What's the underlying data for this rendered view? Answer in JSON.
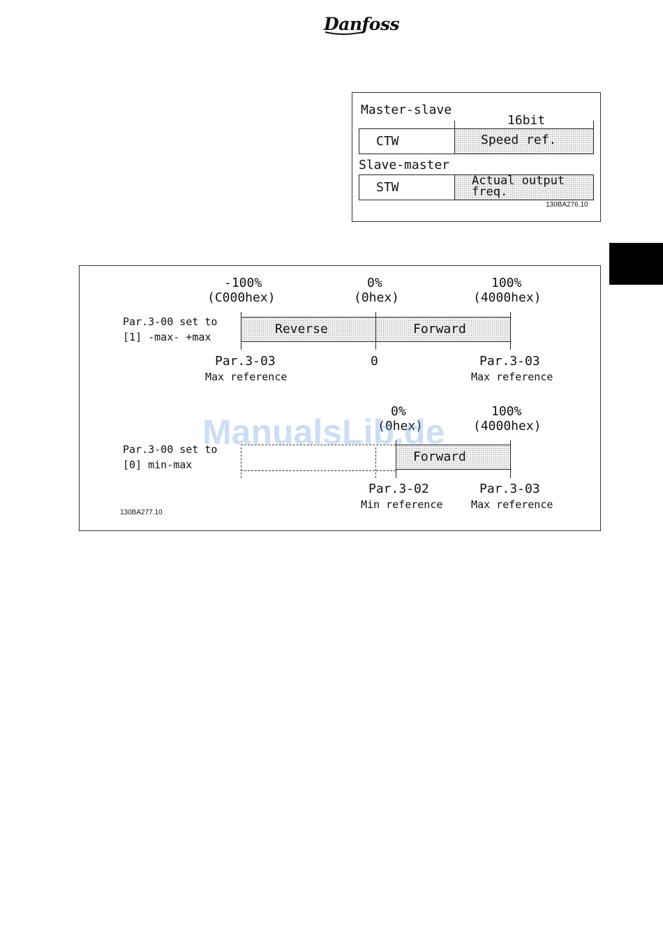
{
  "brand": {
    "logo_text": "Danfoss"
  },
  "figure1": {
    "master_slave_label": "Master-slave",
    "bits_label": "16bit",
    "ctw_label": "CTW",
    "speed_ref_label": "Speed ref.",
    "slave_master_label": "Slave-master",
    "stw_label": "STW",
    "actual_output_line1": "Actual output",
    "actual_output_line2": "freq.",
    "figure_code": "130BA276.10"
  },
  "figure2": {
    "top": {
      "neg100_pct": "-100%",
      "neg100_hex": "(C000hex)",
      "zero_pct": "0%",
      "zero_hex": "(0hex)",
      "pos100_pct": "100%",
      "pos100_hex": "(4000hex)",
      "par_label_line1": "Par.3-00 set to",
      "par_label_line2": "[1] -max- +max",
      "reverse_label": "Reverse",
      "forward_label": "Forward",
      "left_par": "Par.3-03",
      "left_par_desc": "Max reference",
      "center_value": "0",
      "right_par": "Par.3-03",
      "right_par_desc": "Max reference"
    },
    "bottom": {
      "zero_pct": "0%",
      "zero_hex": "(0hex)",
      "pos100_pct": "100%",
      "pos100_hex": "(4000hex)",
      "par_label_line1": "Par.3-00 set to",
      "par_label_line2": "[0] min-max",
      "forward_label": "Forward",
      "left_par": "Par.3-02",
      "left_par_desc": "Min reference",
      "right_par": "Par.3-03",
      "right_par_desc": "Max reference"
    },
    "figure_code": "130BA277.10"
  },
  "watermark": "ManualsLib.de"
}
